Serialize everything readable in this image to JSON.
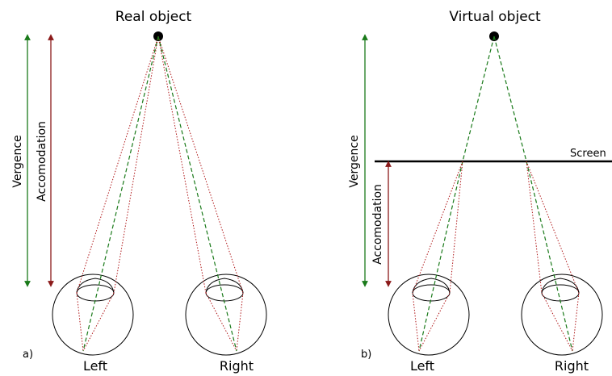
{
  "panel_a": {
    "title": "Real object",
    "tag": "a)",
    "vergence_label": "Vergence",
    "accommodation_label": "Accomodation",
    "left_label": "Left",
    "right_label": "Right"
  },
  "panel_b": {
    "title": "Virtual object",
    "tag": "b)",
    "vergence_label": "Vergence",
    "accommodation_label": "Accomodation",
    "screen_label": "Screen",
    "left_label": "Left",
    "right_label": "Right"
  },
  "colors": {
    "vergence": "#1a7a1a",
    "accommodation": "#8b1a1a",
    "rays": "#b0181a"
  }
}
